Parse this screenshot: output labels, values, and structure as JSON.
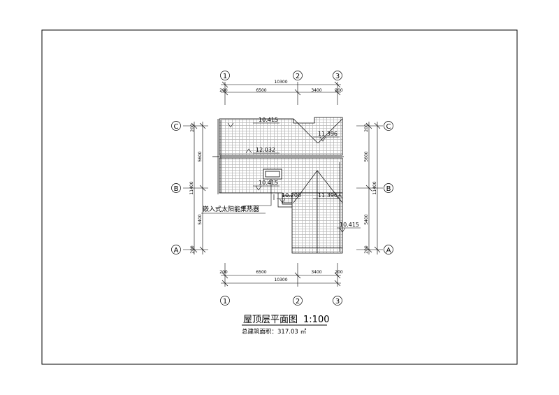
{
  "drawing": {
    "title": "屋顶层平面图",
    "scale": "1:100",
    "area_label": "总建筑面积：",
    "area_value": "317.03",
    "area_unit": "㎡"
  },
  "grid_axes": {
    "vertical": [
      "1",
      "2",
      "3"
    ],
    "horizontal": [
      "C",
      "B",
      "A"
    ]
  },
  "dimensions": {
    "top_total": "10300",
    "top_parts": [
      "200",
      "6500",
      "3400",
      "200"
    ],
    "bottom_total": "10300",
    "bottom_parts": [
      "200",
      "6500",
      "3400",
      "200"
    ],
    "left_total": "11400",
    "left_parts": [
      "200",
      "5600",
      "5400",
      "200"
    ],
    "right_total": "11400",
    "right_parts": [
      "200",
      "5600",
      "5400",
      "200"
    ]
  },
  "elevations": {
    "top_eave": "10.415",
    "top_right_ridge": "11.396",
    "main_ridge": "12.032",
    "mid_eave": "10.415",
    "terrace": "10.200",
    "wing_ridge": "11.396",
    "wing_eave": "10.415"
  },
  "annotations": {
    "solar_collector": "嵌入式太阳能集热器"
  }
}
